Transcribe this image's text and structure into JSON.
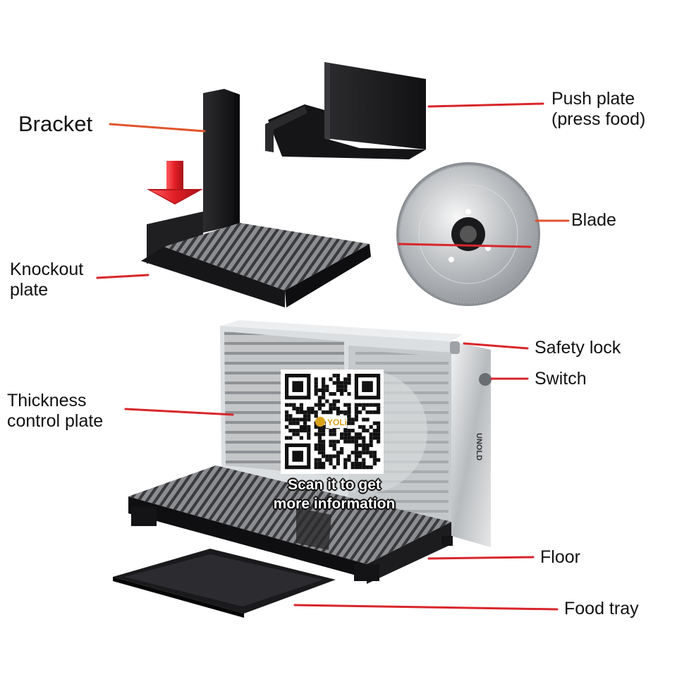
{
  "labels": {
    "bracket": "Bracket",
    "push_plate_line1": "Push plate",
    "push_plate_line2": "(press food)",
    "blade": "Blade",
    "knockout_line1": "Knockout",
    "knockout_line2": "plate",
    "safety_lock": "Safety lock",
    "switch": "Switch",
    "thickness_line1": "Thickness",
    "thickness_line2": "control plate",
    "floor": "Floor",
    "food_tray": "Food tray"
  },
  "qr": {
    "caption_line1": "Scan it to get",
    "caption_line2": "more information",
    "logo_text": "YOLi"
  },
  "product": {
    "brand_mark": "UNOLD"
  },
  "colors": {
    "leader_line": "#d8262b",
    "plastic": "#1b1b1d",
    "metal": "#c9cbcd",
    "arrow": "#e21d24",
    "qr_logo": "#d9a21b"
  },
  "icons": {
    "down_arrow": "down-arrow-icon"
  }
}
